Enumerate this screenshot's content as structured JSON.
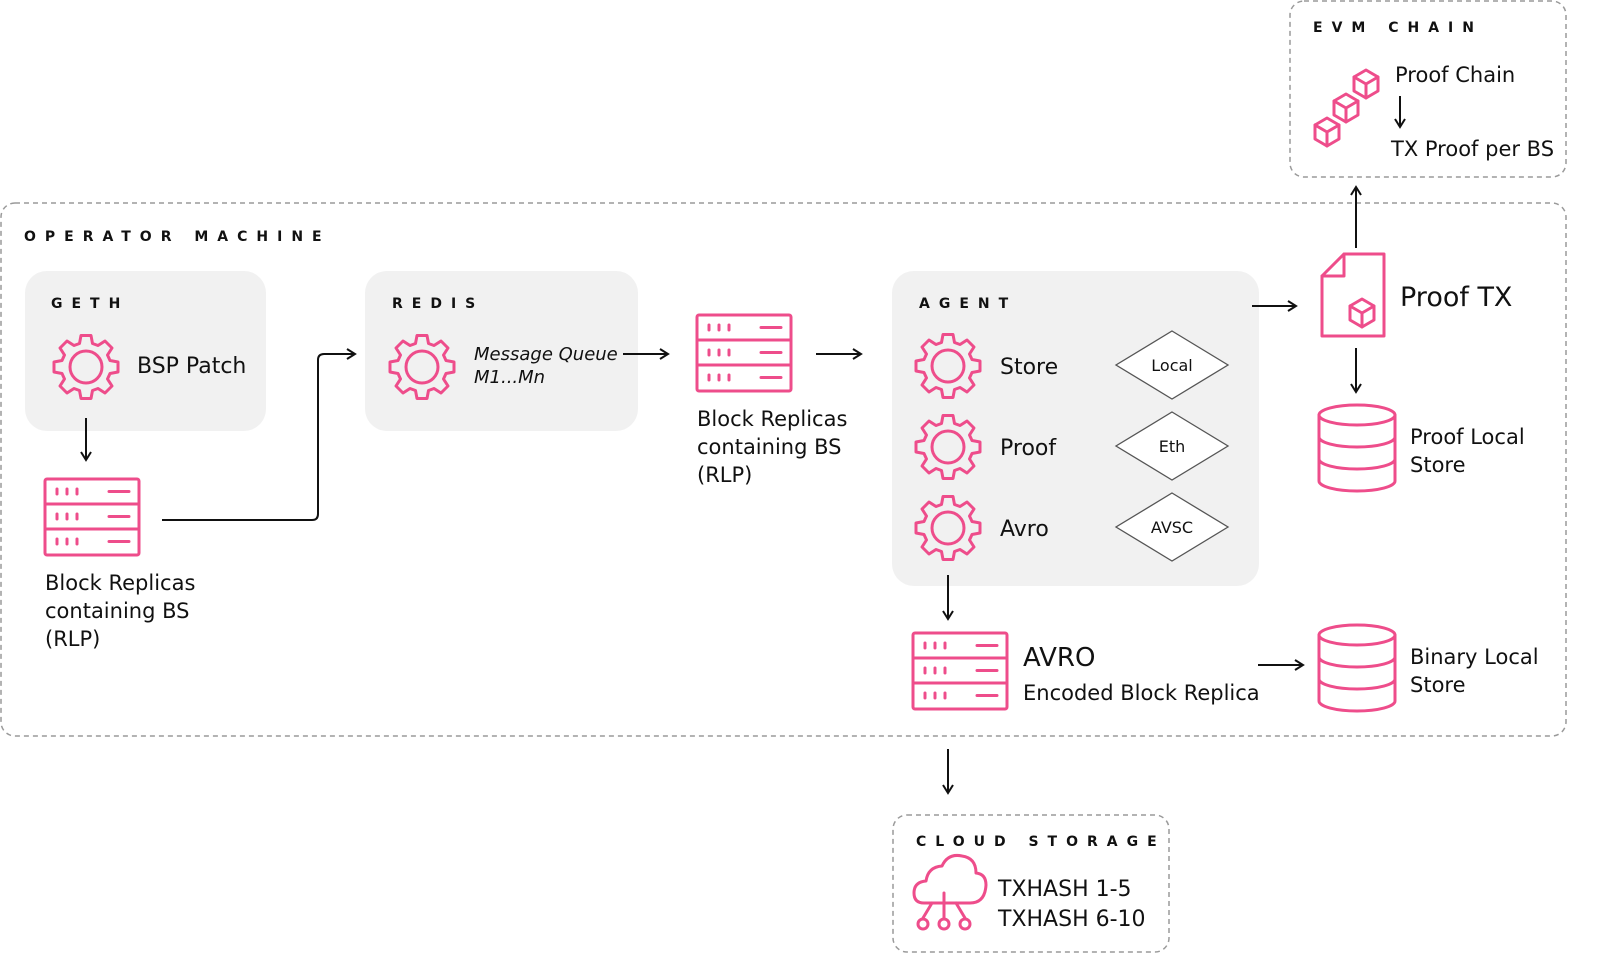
{
  "colors": {
    "accent": "#ee4d8b",
    "panel": "#f1f1f1",
    "line": "#111111",
    "dashed": "#9a9a9a"
  },
  "evm_chain": {
    "title": "EVM CHAIN",
    "proof_chain": "Proof Chain",
    "tx_proof": "TX Proof per BS",
    "icon": "chain-blocks-icon"
  },
  "operator_machine": {
    "title": "OPERATOR MACHINE",
    "geth": {
      "title": "GETH",
      "label": "BSP Patch",
      "icon": "gear-icon"
    },
    "geth_replicas": {
      "line1": "Block Replicas",
      "line2": "containing BS",
      "line3": "(RLP)",
      "icon": "server-icon"
    },
    "redis": {
      "title": "REDIS",
      "line1": "Message Queue",
      "line2": "M1...Mn",
      "icon": "gear-icon"
    },
    "redis_replicas": {
      "line1": "Block Replicas",
      "line2": "containing BS",
      "line3": "(RLP)",
      "icon": "server-icon"
    },
    "agent": {
      "title": "AGENT",
      "items": [
        {
          "label": "Store",
          "tag": "Local",
          "icon": "gear-icon"
        },
        {
          "label": "Proof",
          "tag": "Eth",
          "icon": "gear-icon"
        },
        {
          "label": "Avro",
          "tag": "AVSC",
          "icon": "gear-icon"
        }
      ]
    },
    "proof_tx": {
      "label": "Proof TX",
      "icon": "document-cube-icon"
    },
    "proof_store": {
      "line1": "Proof Local",
      "line2": "Store",
      "icon": "database-icon"
    },
    "avro": {
      "title": "AVRO",
      "subtitle": "Encoded Block Replica",
      "icon": "server-icon"
    },
    "binary_store": {
      "line1": "Binary Local",
      "line2": "Store",
      "icon": "database-icon"
    }
  },
  "cloud_storage": {
    "title": "CLOUD STORAGE",
    "line1": "TXHASH 1-5",
    "line2": "TXHASH 6-10",
    "icon": "cloud-network-icon"
  }
}
